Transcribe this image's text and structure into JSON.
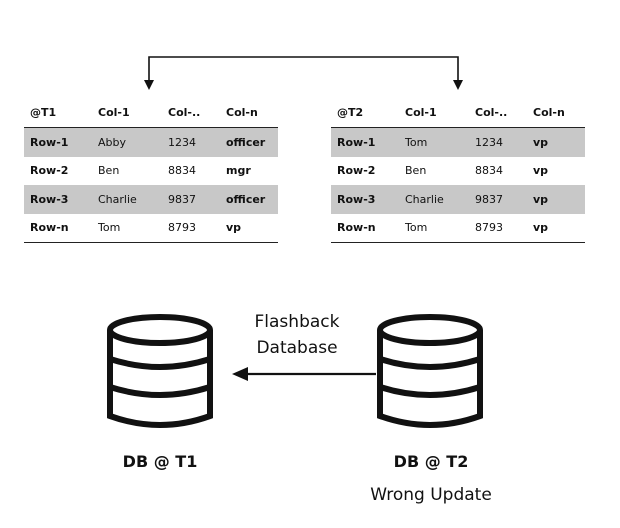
{
  "tables": [
    {
      "headers": [
        "@T1",
        "Col-1",
        "Col-..",
        "Col-n"
      ],
      "rows": [
        {
          "label": "Row-1",
          "col1": "Abby",
          "col2": "1234",
          "coln": "officer",
          "shaded": true
        },
        {
          "label": "Row-2",
          "col1": "Ben",
          "col2": "8834",
          "coln": "mgr",
          "shaded": false
        },
        {
          "label": "Row-3",
          "col1": "Charlie",
          "col2": "9837",
          "coln": "officer",
          "shaded": true
        },
        {
          "label": "Row-n",
          "col1": "Tom",
          "col2": "8793",
          "coln": "vp",
          "shaded": false
        }
      ]
    },
    {
      "headers": [
        "@T2",
        "Col-1",
        "Col-..",
        "Col-n"
      ],
      "rows": [
        {
          "label": "Row-1",
          "col1": "Tom",
          "col2": "1234",
          "coln": "vp",
          "shaded": true
        },
        {
          "label": "Row-2",
          "col1": "Ben",
          "col2": "8834",
          "coln": "vp",
          "shaded": false
        },
        {
          "label": "Row-3",
          "col1": "Charlie",
          "col2": "9837",
          "coln": "vp",
          "shaded": true
        },
        {
          "label": "Row-n",
          "col1": "Tom",
          "col2": "8793",
          "coln": "vp",
          "shaded": false
        }
      ]
    }
  ],
  "arrow_label_line1": "Flashback",
  "arrow_label_line2": "Database",
  "db_left_label": "DB @ T1",
  "db_right_label": "DB @ T2",
  "db_right_sublabel": "Wrong Update",
  "icons": {
    "database": "database-cylinder-icon"
  }
}
